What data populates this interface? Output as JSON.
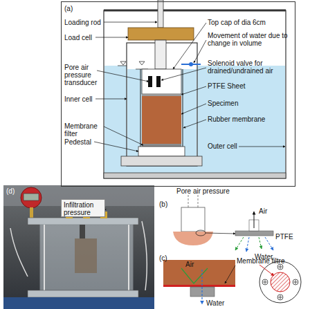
{
  "diagram": {
    "nodes": [
      {
        "text": [
          "(a)"
        ]
      },
      {
        "text": [
          "Infiltration pressure"
        ]
      }
    ],
    "labels": [
      "Loading rod",
      "Load cell",
      "Pore air pressure transducer",
      "Inner cell",
      "Membrane filter",
      "Pedestal",
      "Top cap of dia 6cm",
      "Movement of water due to change in volume",
      "Solenoid valve for drained/undrained air",
      "PTFE Sheet",
      "Specimen",
      "Rubber membrane",
      "Outer cell",
      "(b)",
      "Pore air pressure",
      "Air",
      "PTFE",
      "Water",
      "(c)",
      "Air",
      "Membrane filtre",
      "Water",
      "(d)"
    ]
  }
}
